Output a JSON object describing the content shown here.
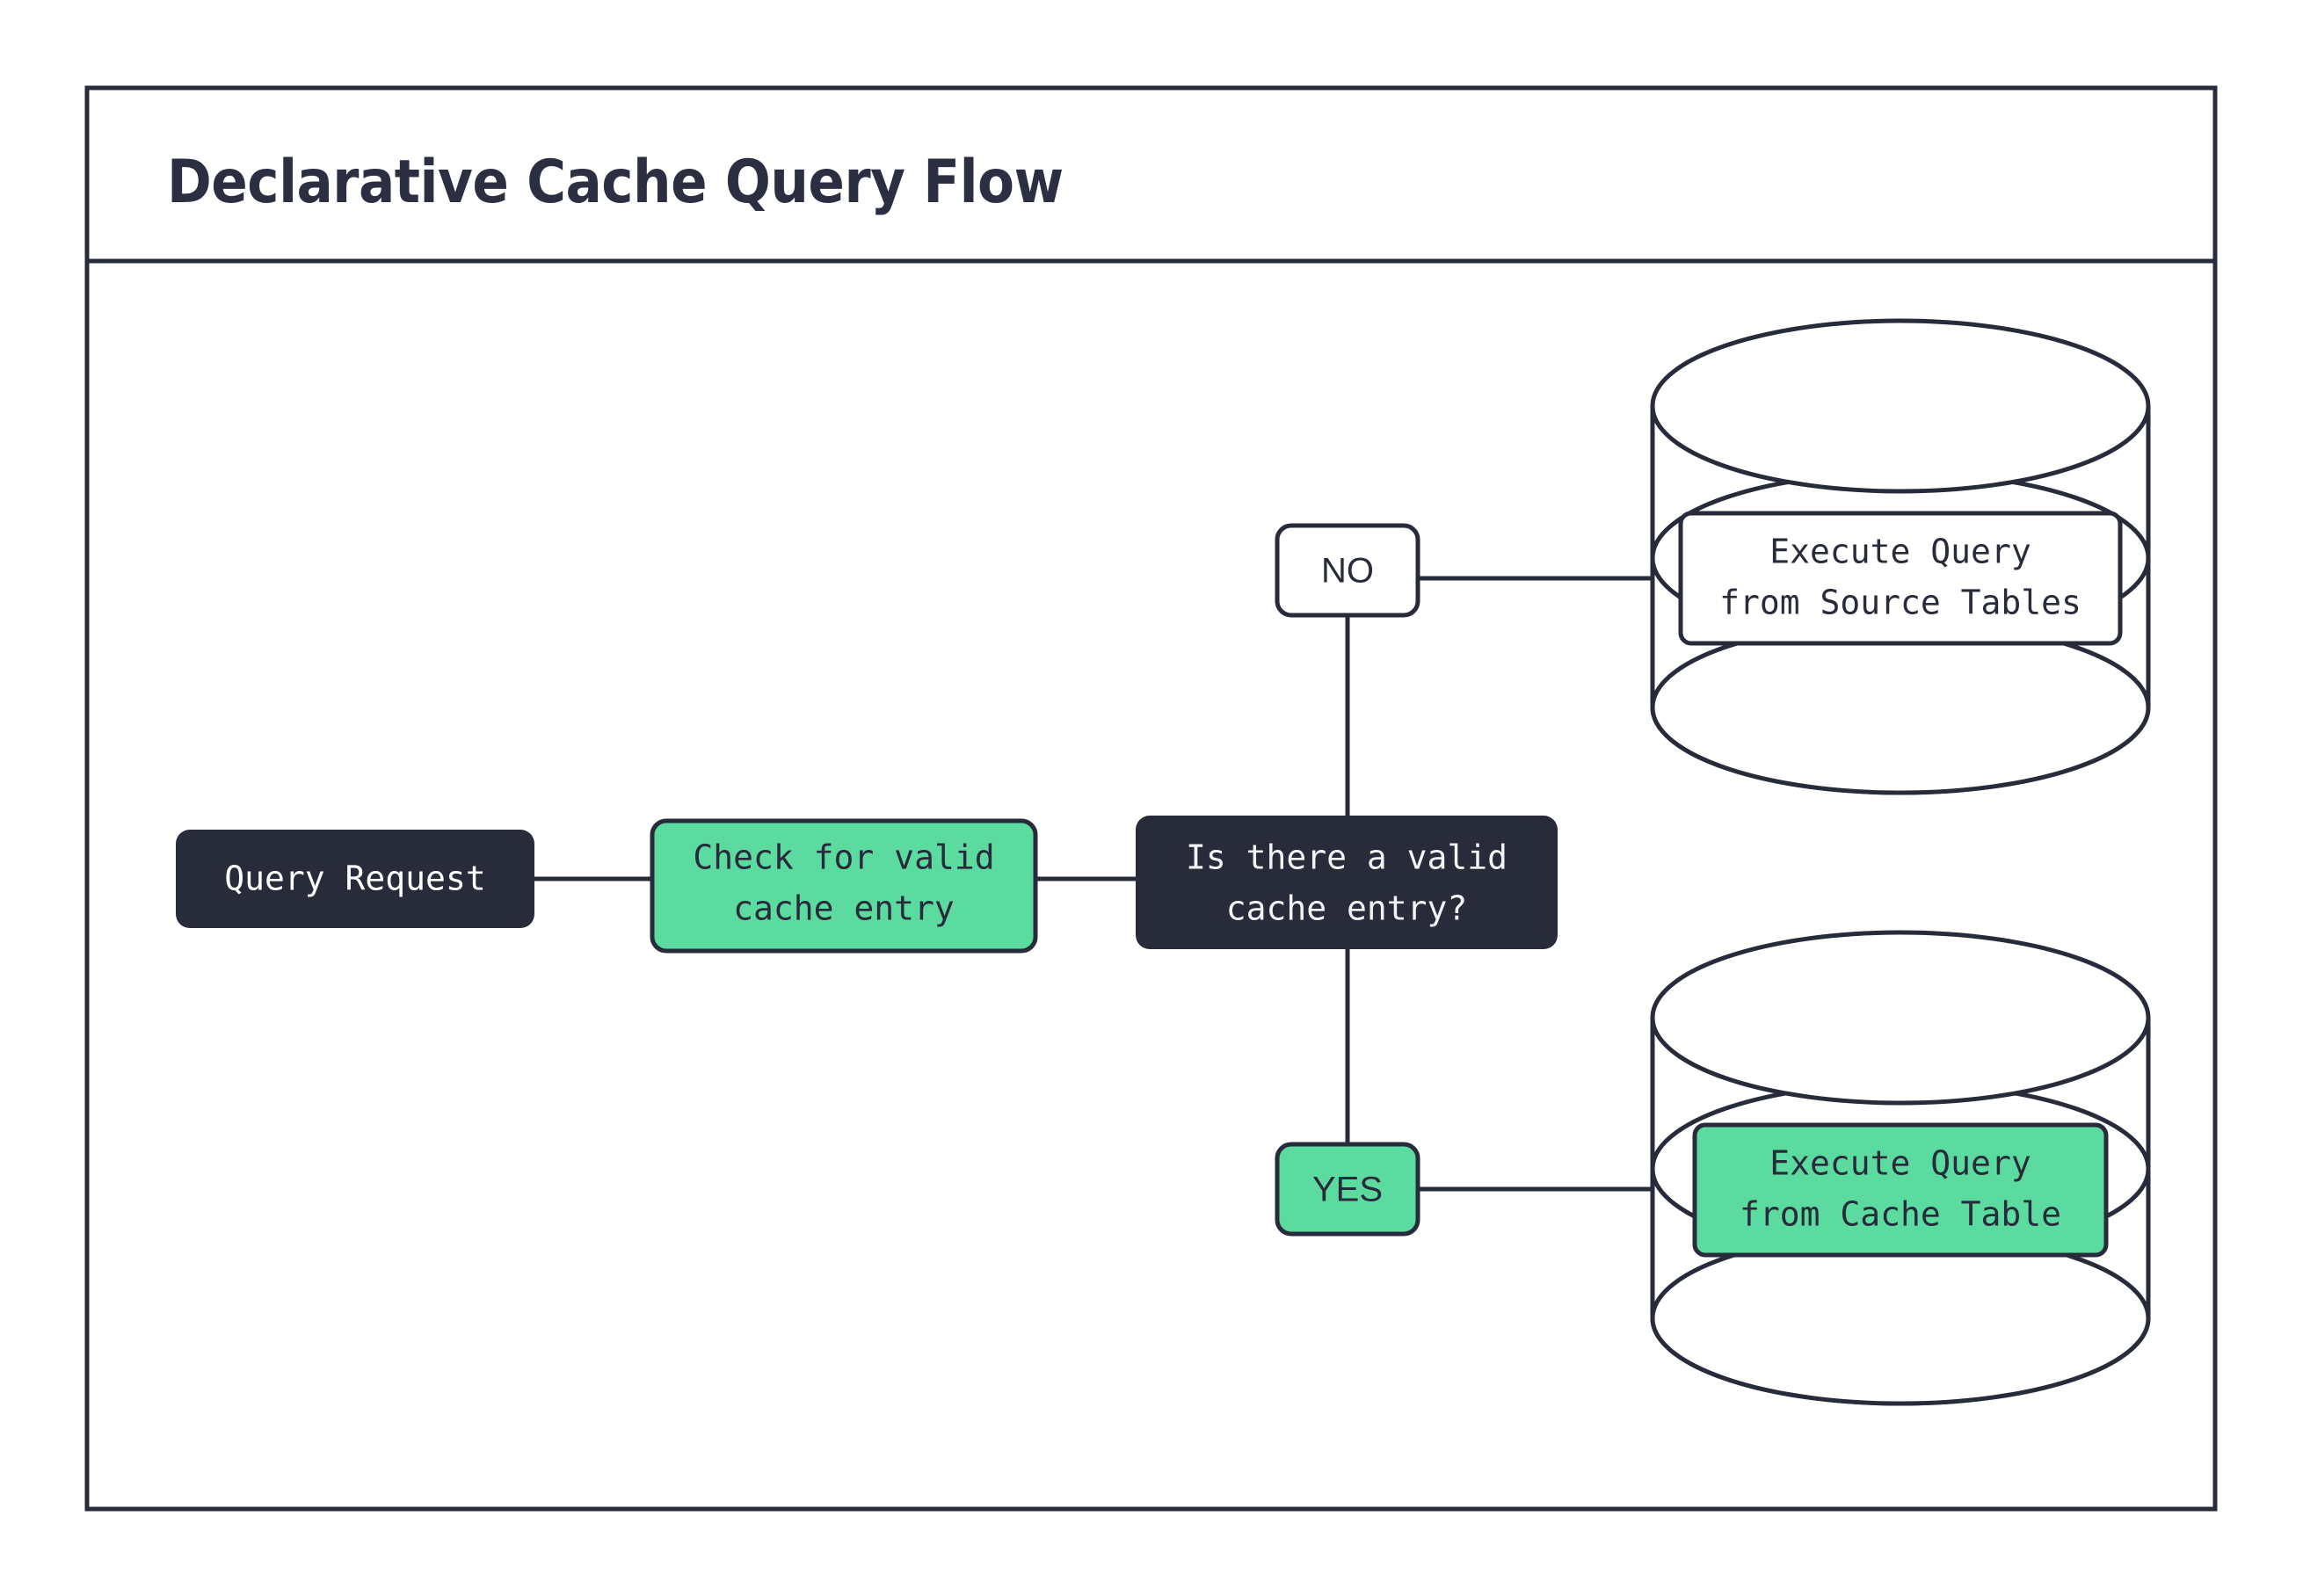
{
  "diagram": {
    "title": "Declarative Cache Query Flow",
    "colors": {
      "accent_green": "#5CDBA0",
      "dark_navy": "#282B3A",
      "background": "#FFFFFF",
      "light_text": "#F2F3F5"
    },
    "nodes": {
      "query_request": {
        "label": "Query Request",
        "style": "dark-fill"
      },
      "check_cache": {
        "line1": "Check for valid",
        "line2": "cache entry",
        "style": "green-fill"
      },
      "decision": {
        "line1": "Is there a valid",
        "line2": "cache entry?",
        "style": "dark-fill"
      },
      "source_tables": {
        "line1": "Execute Query",
        "line2": "from Source Tables",
        "style": "white-fill"
      },
      "cache_table": {
        "line1": "Execute Query",
        "line2": "from Cache Table",
        "style": "green-fill"
      }
    },
    "edge_labels": {
      "no": {
        "text": "NO",
        "style": "white-fill"
      },
      "yes": {
        "text": "YES",
        "style": "green-fill"
      }
    },
    "icons": {
      "top_database": "database-cylinder-icon",
      "bottom_database": "database-cylinder-icon"
    }
  }
}
